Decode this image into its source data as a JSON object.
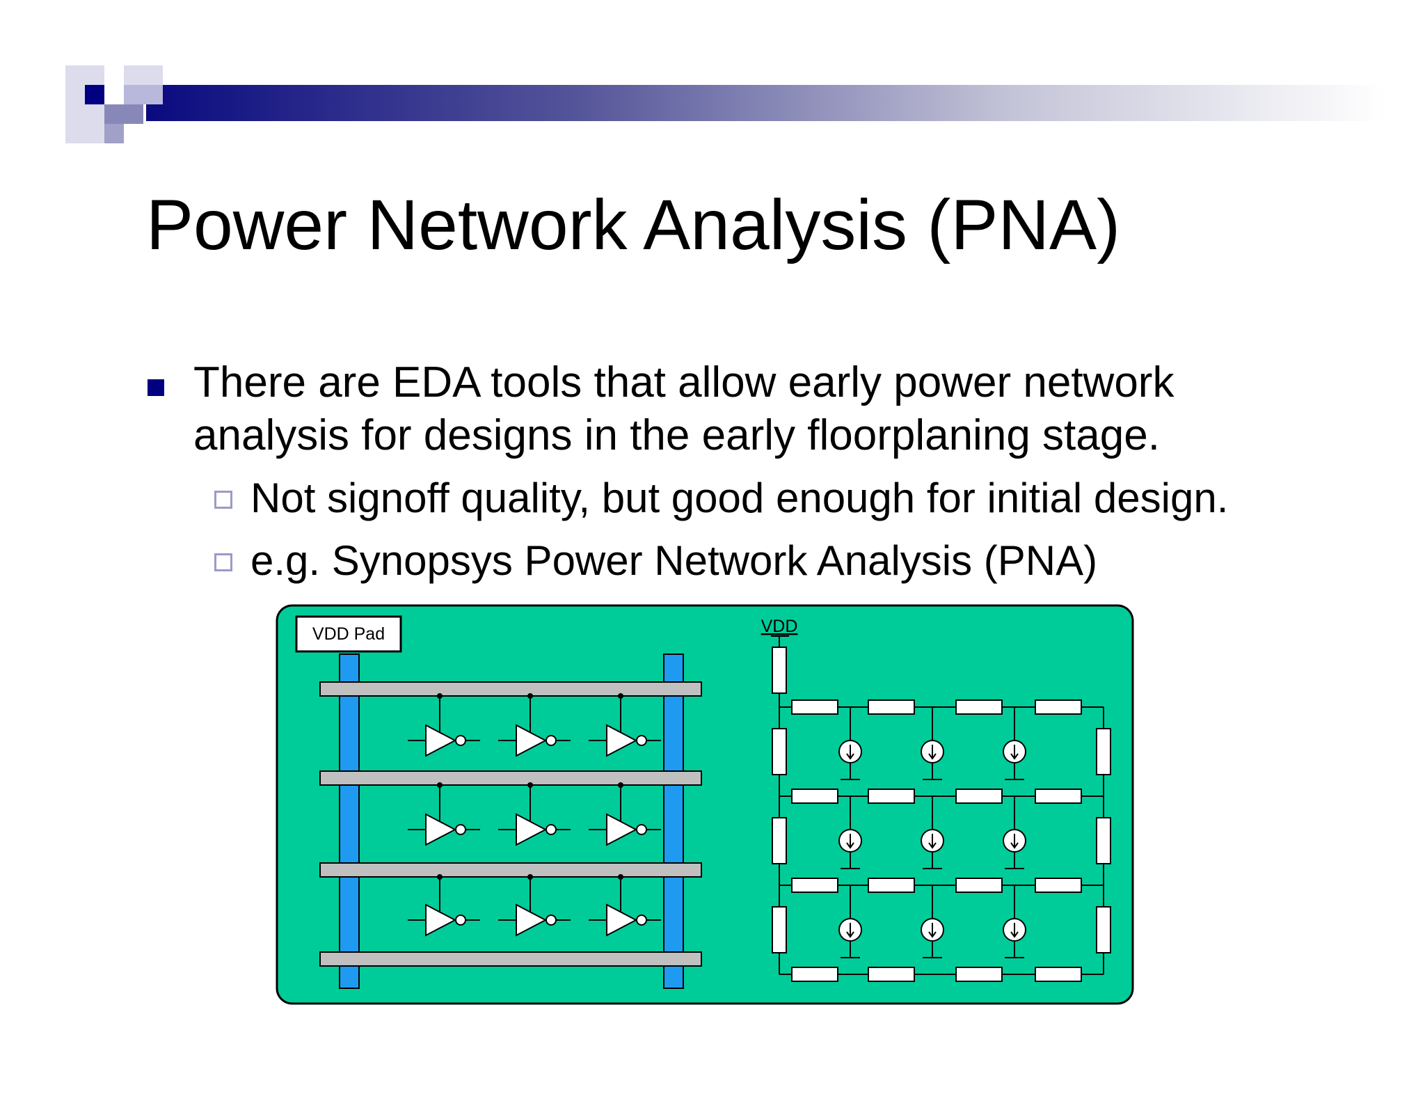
{
  "slide": {
    "title": "Power Network Analysis (PNA)",
    "bullets": [
      {
        "text_line1": "There are EDA tools that allow early power network",
        "text_line2": "analysis for designs in the early floorplaning stage.",
        "sub_bullets": [
          "Not signoff quality, but good enough for initial design.",
          "e.g. Synopsys Power Network Analysis (PNA)"
        ]
      }
    ]
  },
  "diagram": {
    "pad_label": "VDD Pad",
    "vdd_label": "VDD"
  },
  "colors": {
    "accent_navy": "#000080",
    "panel_green": "#00cc99",
    "rail_blue": "#1e9bf0",
    "rail_gray": "#c0c0c0",
    "sub_bullet_outline": "#9a9ac8"
  }
}
